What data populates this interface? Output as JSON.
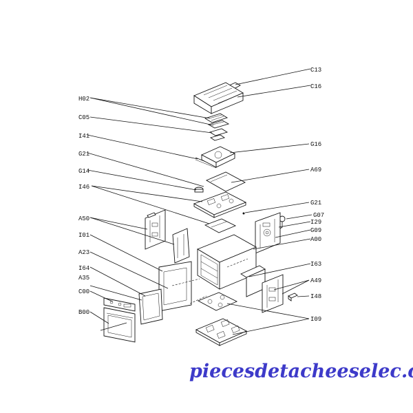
{
  "diagram": {
    "labels": {
      "C13": "C13",
      "C16": "C16",
      "H02": "H02",
      "C05": "C05",
      "I41": "I41",
      "G16": "G16",
      "G21_top": "G21",
      "G14": "G14",
      "A69": "A69",
      "I46": "I46",
      "G21_mid": "G21",
      "G07": "G07",
      "A50": "A50",
      "I29": "I29",
      "G09": "G09",
      "A00": "A00",
      "I01": "I01",
      "A23": "A23",
      "I63": "I63",
      "I64": "I64",
      "A35": "A35",
      "A49": "A49",
      "C00": "C00",
      "I48": "I48",
      "I09": "I09",
      "B00": "B00"
    },
    "watermark": "piecesdetacheeselec.com"
  }
}
